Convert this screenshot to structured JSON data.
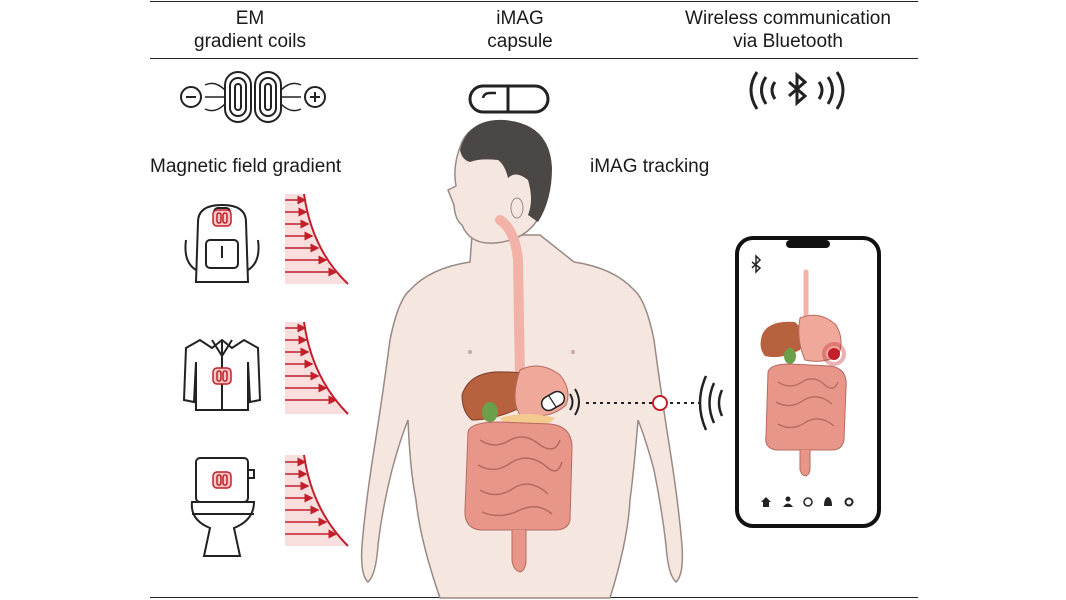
{
  "header": {
    "col1": {
      "line1": "EM",
      "line2": "gradient coils"
    },
    "col2": {
      "line1": "iMAG",
      "line2": "capsule"
    },
    "col3": {
      "line1": "Wireless communication",
      "line2": "via Bluetooth"
    }
  },
  "labels": {
    "gradient": "Magnetic field gradient",
    "tracking": "iMAG tracking"
  },
  "colors": {
    "accent": "#c21f2a",
    "skin": "#f5e6e0",
    "skin_outline": "#9a8a85",
    "hair": "#4a4744",
    "esophagus": "#f2b2a8",
    "liver": "#b8613e",
    "stomach": "#f0a89a",
    "intestine": "#e9968a",
    "gallbladder": "#6aa04a",
    "pancreas": "#f3c98e"
  },
  "icons": {
    "coil": "electromagnetic-coil-icon",
    "capsule": "capsule-icon",
    "bluetooth": "bluetooth-waves-icon",
    "backpack": "backpack-icon",
    "jacket": "jacket-icon",
    "toilet": "toilet-icon",
    "phone": "smartphone-icon"
  }
}
